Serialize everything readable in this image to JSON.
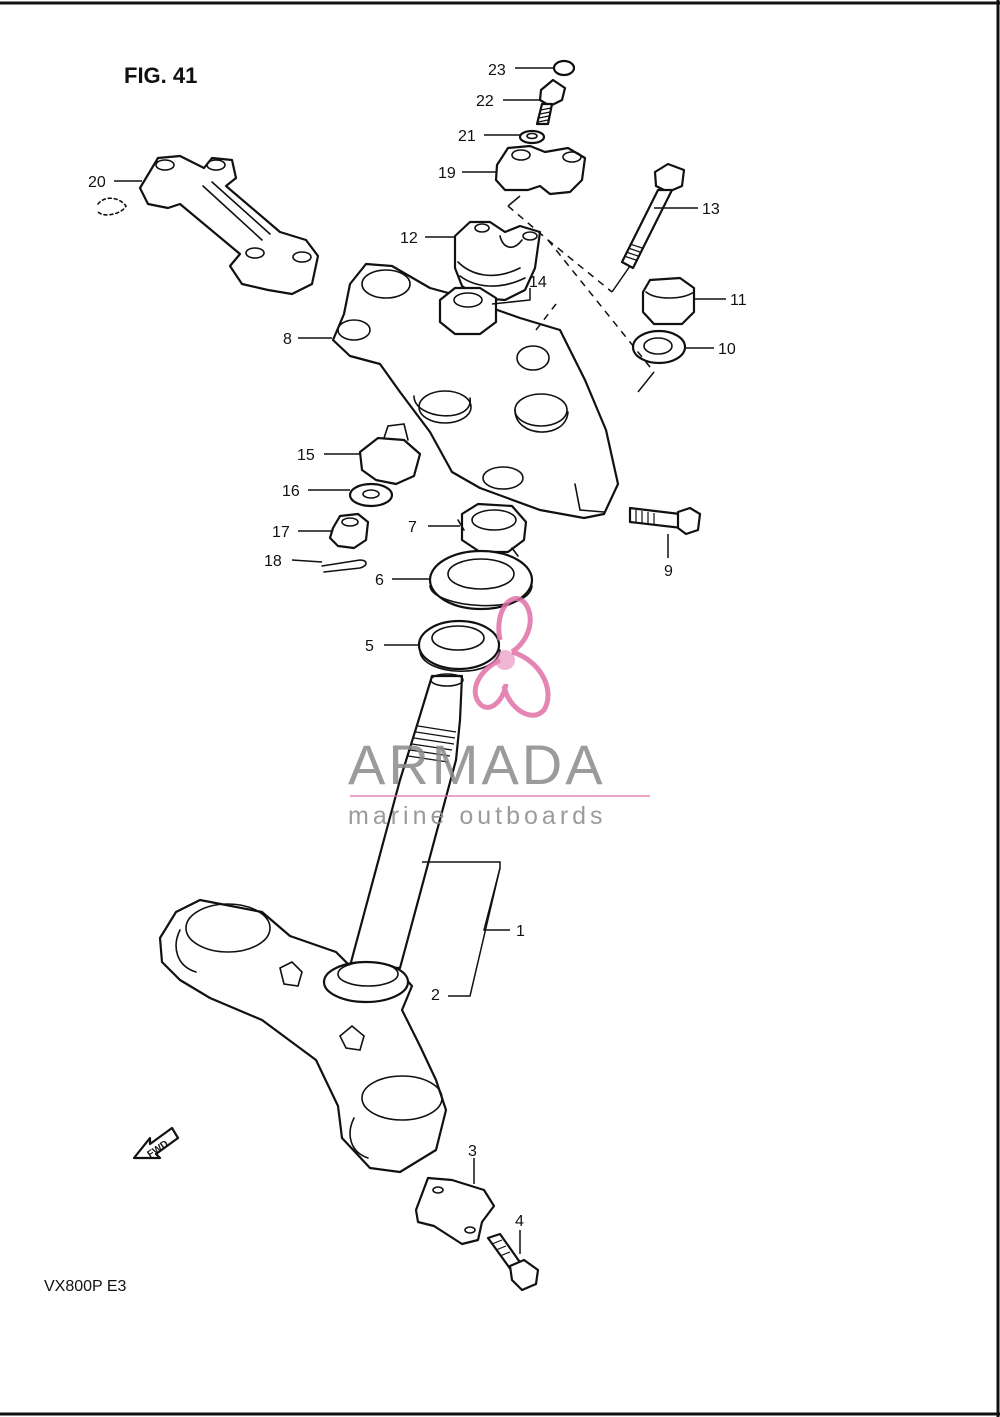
{
  "figure": {
    "title": "FIG. 41",
    "model": "VX800P  E3"
  },
  "fwd_label": "FWD",
  "watermark": {
    "title": "ARMADA",
    "subtitle": "marine outboards",
    "colors": {
      "logo": "#e070a8",
      "text": "#8a8a8a"
    }
  },
  "callouts": {
    "c1": "1",
    "c2": "2",
    "c3": "3",
    "c4": "4",
    "c5": "5",
    "c6": "6",
    "c7": "7",
    "c8": "8",
    "c9": "9",
    "c10": "10",
    "c11": "11",
    "c12": "12",
    "c13": "13",
    "c14": "14",
    "c15": "15",
    "c16": "16",
    "c17": "17",
    "c18": "18",
    "c19": "19",
    "c20": "20",
    "c21": "21",
    "c22": "22",
    "c23": "23"
  }
}
